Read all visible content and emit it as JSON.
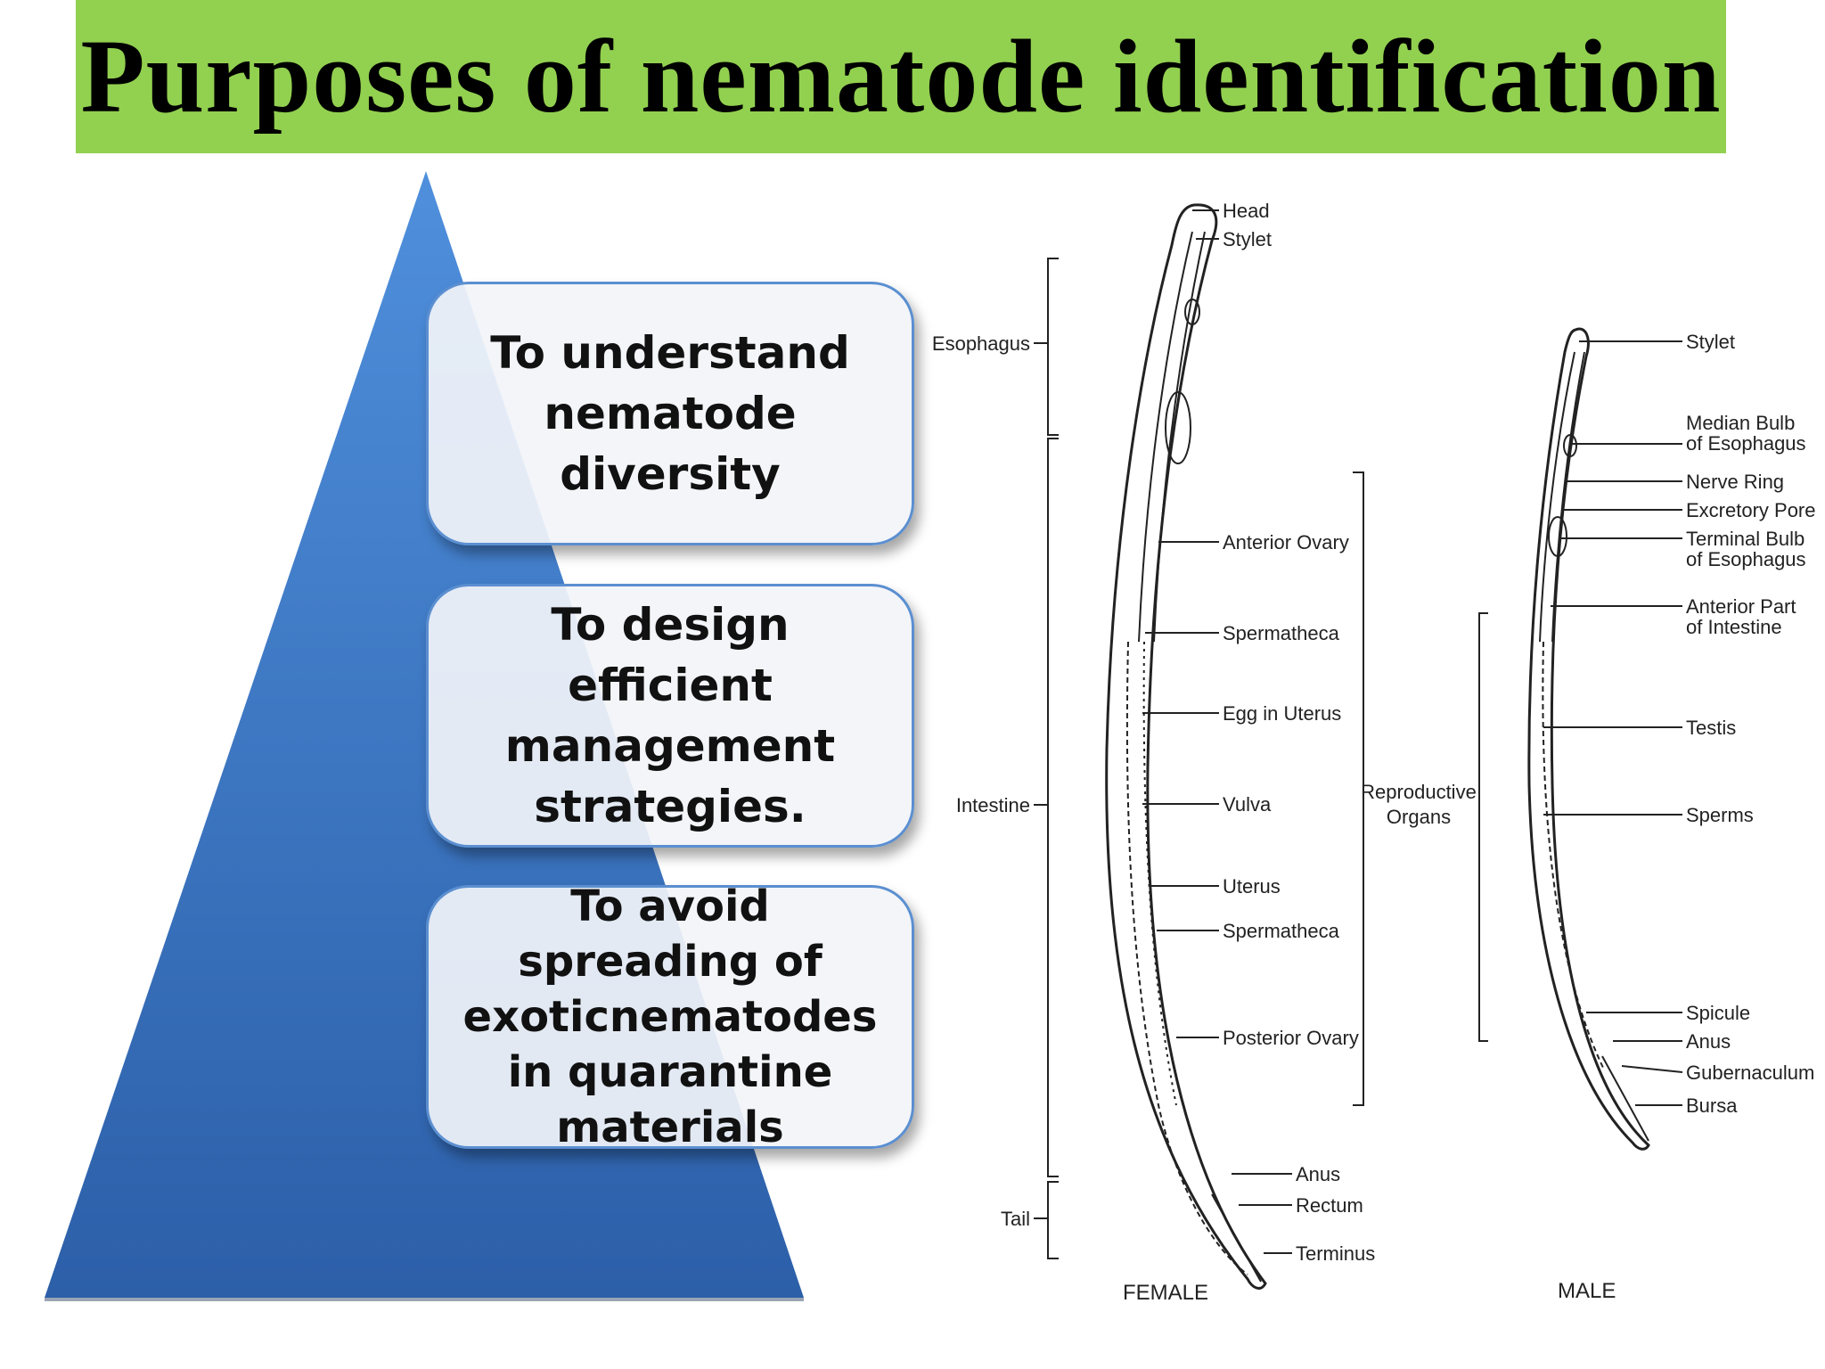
{
  "title": "Purposes of nematode identification",
  "colors": {
    "title_bar": "#92d050",
    "pyramid_light": "#4f8fdc",
    "pyramid_dark": "#2c5fa8",
    "card_border": "#5b8fd0"
  },
  "purposes": [
    "To understand nematode diversity",
    "To design efficient management strategies.",
    "To avoid spreading of exoticnematodes in quarantine materials"
  ],
  "diagram": {
    "female": {
      "caption": "FEMALE",
      "labels": [
        "Head",
        "Stylet",
        "Anterior Ovary",
        "Spermatheca",
        "Egg in Uterus",
        "Vulva",
        "Uterus",
        "Spermatheca",
        "Posterior Ovary",
        "Anus",
        "Rectum",
        "Terminus"
      ],
      "regions": [
        "Esophagus",
        "Intestine",
        "Tail"
      ]
    },
    "male": {
      "caption": "MALE",
      "labels": [
        "Stylet",
        "Median Bulb",
        "of Esophagus",
        "Nerve Ring",
        "Excretory Pore",
        "Terminal Bulb",
        "of Esophagus",
        "Anterior Part",
        "of Intestine",
        "Testis",
        "Sperms",
        "Spicule",
        "Anus",
        "Gubernaculum",
        "Bursa"
      ]
    },
    "reproductive": [
      "Reproductive",
      "Organs"
    ]
  }
}
